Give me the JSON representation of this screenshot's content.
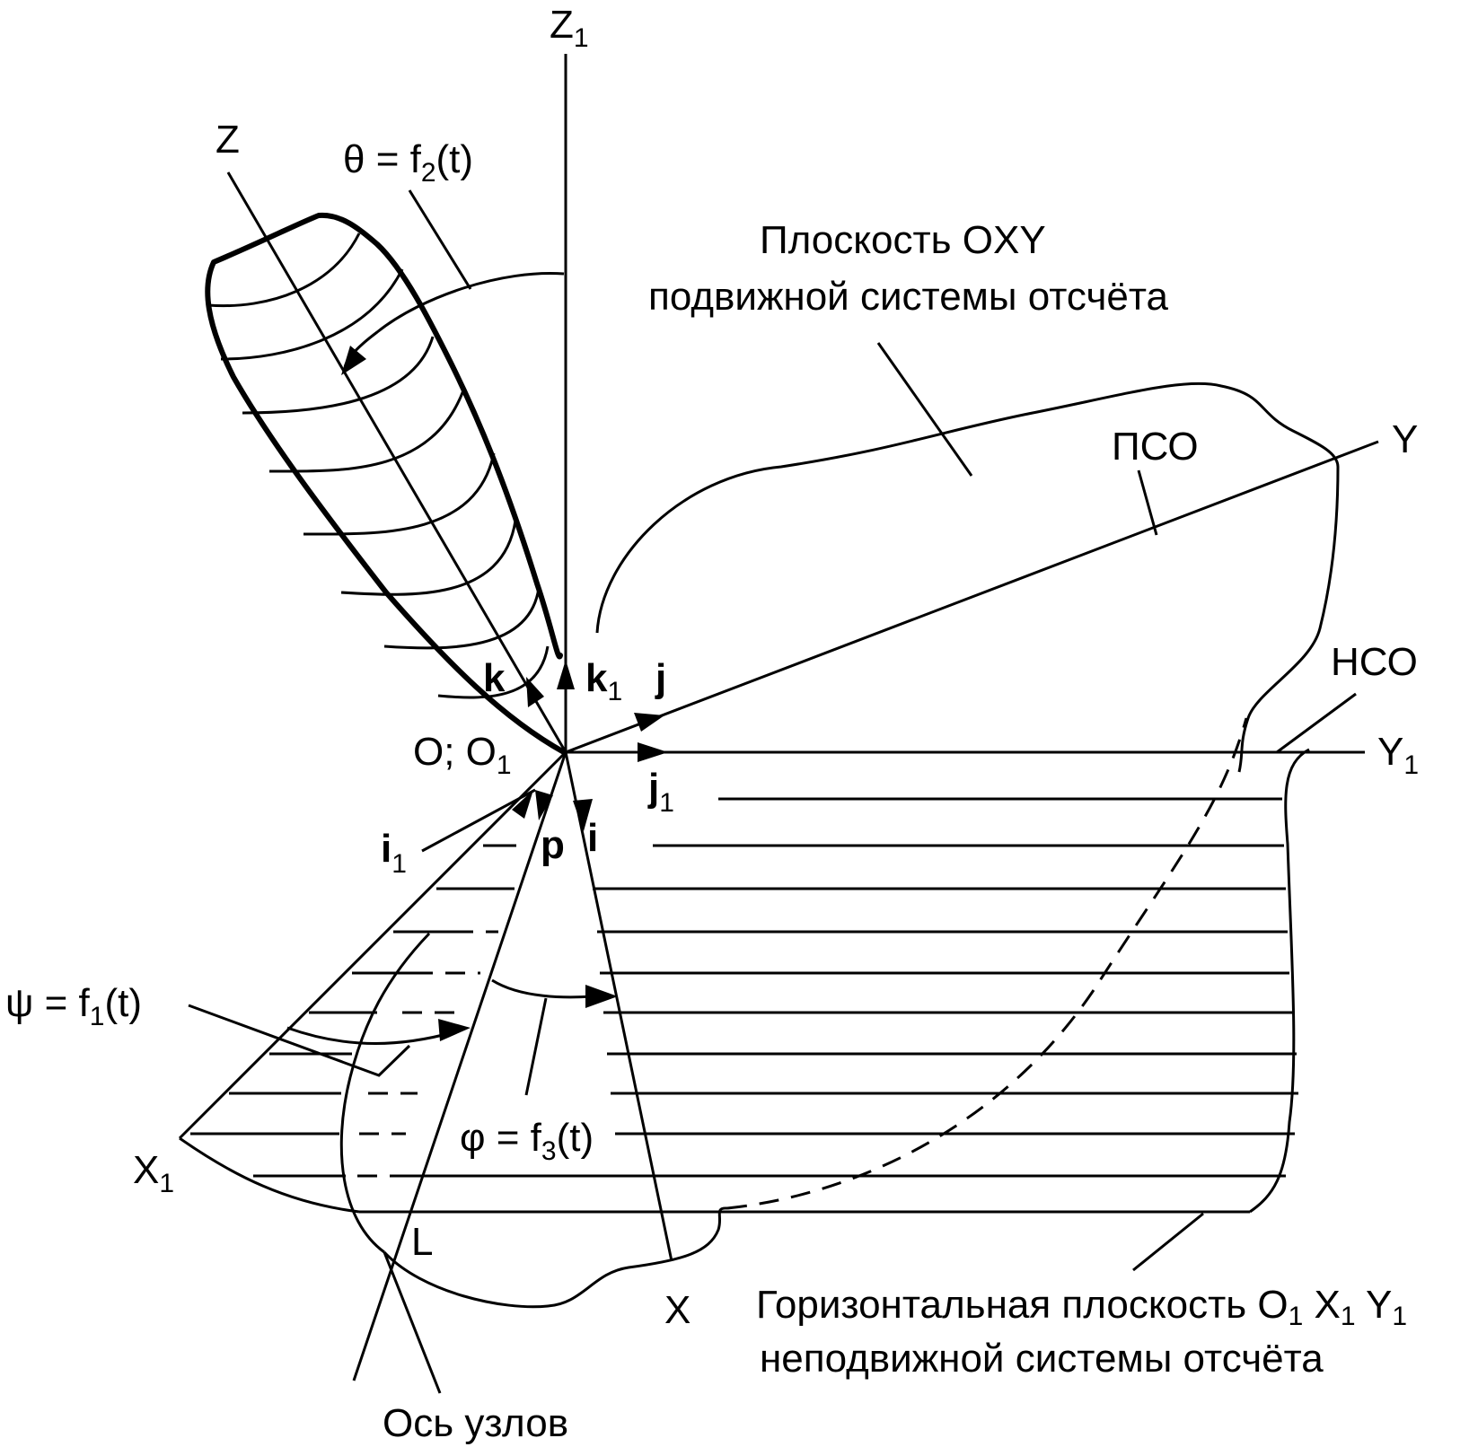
{
  "axes": {
    "z1": "Z",
    "z1_sub": "1",
    "z": "Z",
    "y": "Y",
    "y1": "Y",
    "y1_sub": "1",
    "x": "X",
    "x1": "X",
    "x1_sub": "1",
    "origin": "O; O",
    "origin_sub": "1",
    "l_point": "L"
  },
  "vectors": {
    "k": "k",
    "k1": "k",
    "k1_sub": "1",
    "j": "j",
    "j1": "j",
    "j1_sub": "1",
    "i": "i",
    "i1": "i",
    "i1_sub": "1",
    "p": "p"
  },
  "angles": {
    "theta_pre": "θ = f",
    "theta_sub": "2",
    "theta_post": "(t)",
    "psi_pre": "ψ = f",
    "psi_sub": "1",
    "psi_post": "(t)",
    "phi_pre": "φ = f",
    "phi_sub": "3",
    "phi_post": "(t)"
  },
  "labels": {
    "moving_plane_line1": "Плоскость OXY",
    "moving_plane_line2": "подвижной системы отсчёта",
    "pso": "ПСО",
    "nso": "НСО",
    "horizontal_plane_line1_pre": "Горизонтальная плоскость O",
    "horizontal_plane_line1_s1": "1",
    "horizontal_plane_line1_m1": " X",
    "horizontal_plane_line1_s2": "1",
    "horizontal_plane_line1_m2": " Y",
    "horizontal_plane_line1_s3": "1",
    "horizontal_plane_line2": "неподвижной системы отсчёта",
    "nodes_axis": "Ось узлов"
  }
}
